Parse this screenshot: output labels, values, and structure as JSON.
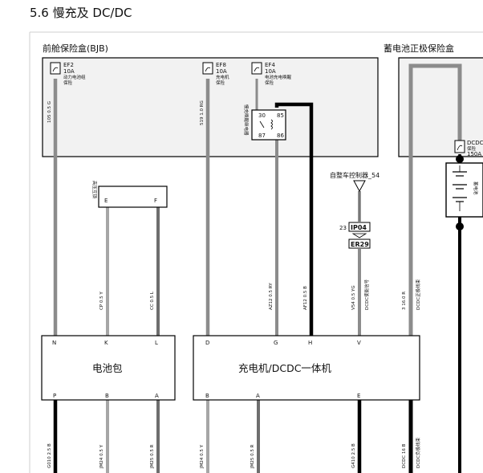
{
  "page": {
    "title": "5.6 慢充及 DC/DC"
  },
  "bjb": {
    "title": "前舱保险盒(BJB)",
    "fuses": [
      {
        "id": "EF2",
        "rating": "10A",
        "desc1": "动力电池组",
        "desc2": "保险"
      },
      {
        "id": "EF8",
        "rating": "10A",
        "desc1": "充电机",
        "desc2": "保险"
      },
      {
        "id": "EF4",
        "rating": "10A",
        "desc1": "电池充电唤醒",
        "desc2": "保险"
      }
    ],
    "relay": {
      "label": "慢充唤醒继电器",
      "pins": [
        "30",
        "85",
        "87",
        "86"
      ]
    }
  },
  "battery_fuse_box": {
    "title": "蓄电池正极保险盒",
    "fuse": {
      "id": "DCDC",
      "desc": "保险",
      "rating": "150A"
    }
  },
  "battery": {
    "label": "蓄电池"
  },
  "inline_connector": {
    "label": "高压互锁",
    "pins": [
      "E",
      "F"
    ]
  },
  "ground_label": "自整车控制器_54",
  "connectors": [
    {
      "pin": "23",
      "id": "IP04"
    },
    {
      "pin": "",
      "id": "ER29"
    }
  ],
  "wires_top": [
    {
      "label": "105 0.5 G"
    },
    {
      "label": "519 1.0 RG"
    },
    {
      "label": "CP 0.5 Y"
    },
    {
      "label": "CC 0.5 L"
    },
    {
      "label": "AZ12 0.5 RY"
    },
    {
      "label": "AF12 0.5 B"
    },
    {
      "label": "V54 0.5 YG"
    },
    {
      "label": "DCDC使能信号"
    },
    {
      "label": "3 16.0 R"
    },
    {
      "label": "DCDC正极线束"
    }
  ],
  "battery_pack": {
    "label": "电池包",
    "top_pins": [
      "N",
      "K",
      "L"
    ],
    "bottom_pins": [
      "P",
      "B",
      "A"
    ]
  },
  "charger": {
    "label": "充电机/DCDC一体机",
    "top_pins": [
      "D",
      "G",
      "H",
      "V"
    ],
    "bottom_pins": [
      "B",
      "A",
      "E"
    ]
  },
  "wires_bottom": [
    {
      "label": "G010 2.5 B"
    },
    {
      "label": "JM24 0.5 Y"
    },
    {
      "label": "JM25 0.5 R"
    },
    {
      "label": "JM24 0.5 Y"
    },
    {
      "label": "JM25 0.5 R"
    },
    {
      "label": "G410 2.5 B"
    },
    {
      "label": "DCDC 16 B"
    },
    {
      "label": "DCDC负极线束"
    }
  ]
}
